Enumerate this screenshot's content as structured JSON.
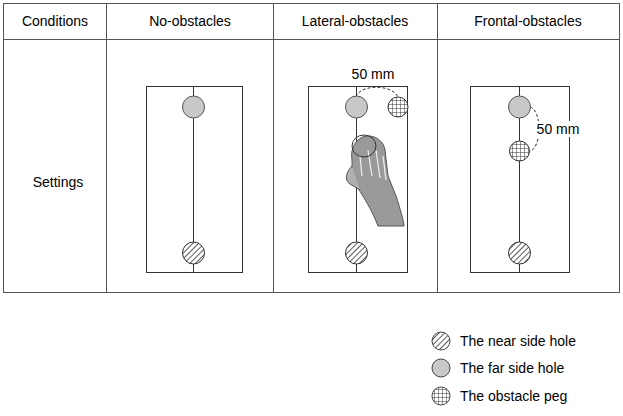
{
  "diagram": {
    "labels": [
      "Conditions",
      "No-obstacles",
      "Lateral-obstacles",
      "Frontal-obstacles",
      "Settings",
      "50 mm",
      "50 mm"
    ],
    "legend": [
      {
        "text": "The near side hole"
      },
      {
        "text": "The far side hole",
        "color": "#c8c8c8"
      },
      {
        "text": "The obstacle peg"
      }
    ]
  }
}
